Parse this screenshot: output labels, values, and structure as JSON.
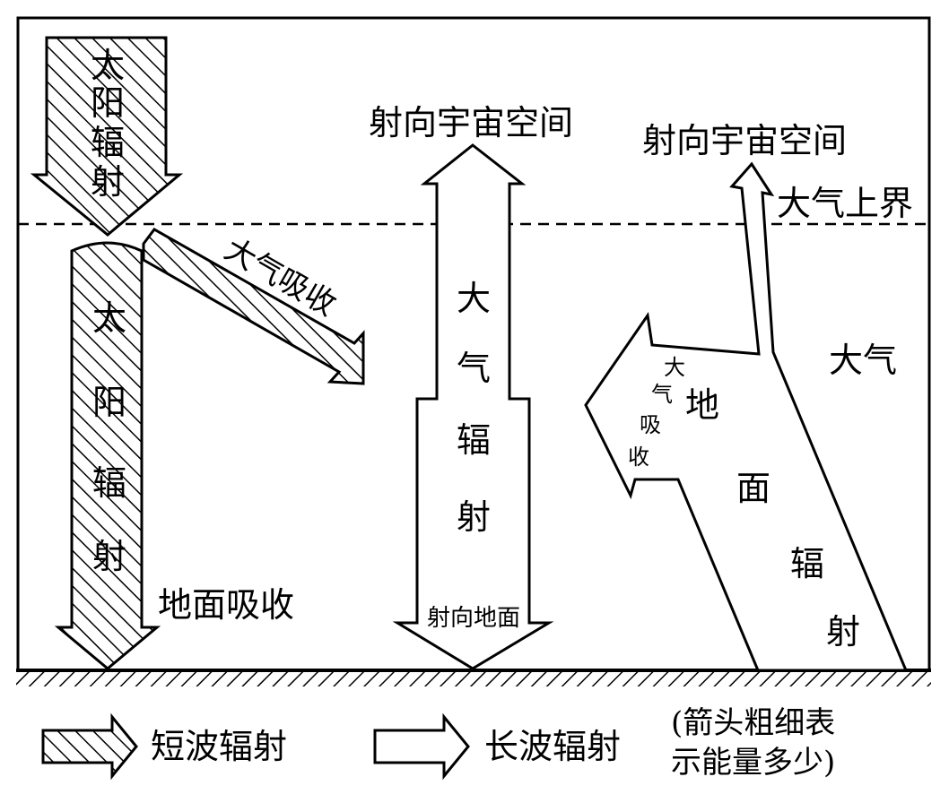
{
  "diagram": {
    "incoming_solar_label": [
      "太",
      "阳",
      "辐",
      "射"
    ],
    "surface_solar_label": [
      "太",
      "阳",
      "辐",
      "射"
    ],
    "atmosphere_absorption_label": "大气吸收",
    "ground_absorption_label": "地面吸收",
    "atmospheric_radiation_up_label": "射向宇宙空间",
    "atmospheric_radiation_label": [
      "大",
      "气",
      "辐",
      "射"
    ],
    "atmospheric_radiation_down_label": "射向地面",
    "ground_radiation_up_label": "射向宇宙空间",
    "top_of_atmosphere_label": "大气上界",
    "atmosphere_label": "大气",
    "ground_radiation_label": [
      "地",
      "面",
      "辐",
      "射"
    ],
    "atmosphere_absorbs_ground_label": [
      "大",
      "气",
      "吸",
      "收"
    ]
  },
  "legend": {
    "shortwave_label": "短波辐射",
    "longwave_label": "长波辐射",
    "note_line1": "(箭头粗细表",
    "note_line2": "示能量多少)"
  }
}
